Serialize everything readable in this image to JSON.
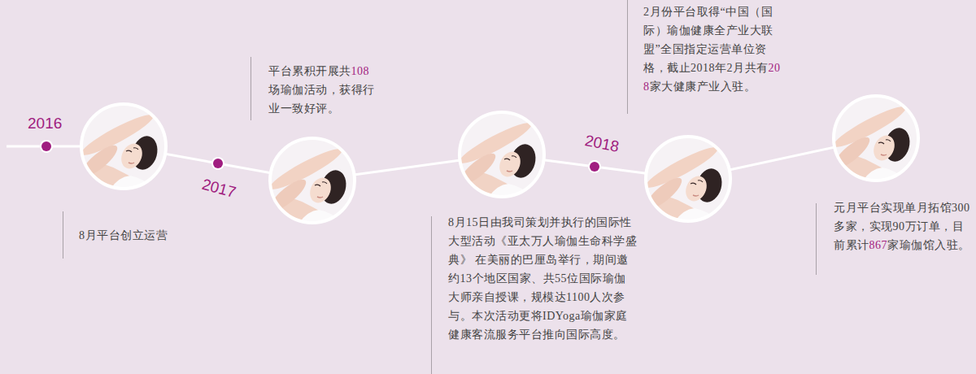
{
  "diagram": {
    "labels": [
      "2016",
      "8月平台创立运营",
      "2017",
      "平台累积开展共108场瑜伽活动，获得行业一致好评。",
      "8月15日由我司策划并执行的国际性大型活动《亚太万人瑜伽生命科学盛典》 在美丽的巴厘岛举行，期间邀约13个地区国家、共55位国际瑜伽大师亲自授课，规模达1100人次参与。本次活动更将IDYoga瑜伽家庭健康客流服务平台推向国际高度。",
      "2018",
      "2月份平台取得“中国（国际）瑜伽健康全产业大联盟”全国指定运营单位资格，截止2018年2月共有208家大健康产业入驻。",
      "元月平台实现单月拓馆300多家，实现90万订单，目前累计867家瑜伽馆入驻。"
    ]
  }
}
